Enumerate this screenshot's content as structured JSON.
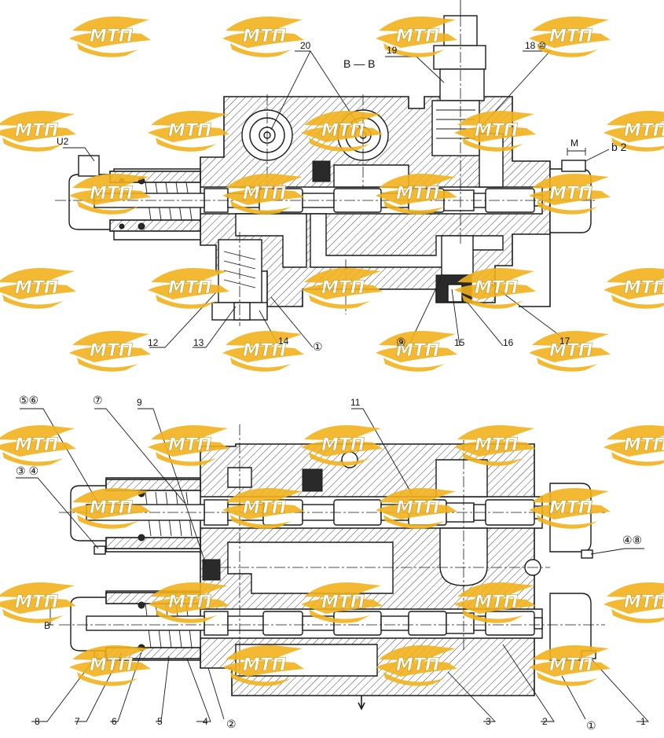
{
  "section_title": "B — B",
  "watermark": {
    "text": "МТП",
    "color": "#f2b21b"
  },
  "top_view": {
    "callouts": [
      {
        "id": "20",
        "text": "20"
      },
      {
        "id": "19",
        "text": "19"
      },
      {
        "id": "18_10",
        "text": "18 ⑩"
      },
      {
        "id": "u2",
        "text": "U2"
      },
      {
        "id": "m",
        "text": "M"
      },
      {
        "id": "b2",
        "text": "b 2"
      },
      {
        "id": "12",
        "text": "12"
      },
      {
        "id": "13",
        "text": "13"
      },
      {
        "id": "14",
        "text": "14"
      },
      {
        "id": "c1",
        "text": "①"
      },
      {
        "id": "c9",
        "text": "⑨"
      },
      {
        "id": "15",
        "text": "15"
      },
      {
        "id": "16",
        "text": "16"
      },
      {
        "id": "17",
        "text": "17"
      }
    ]
  },
  "bottom_view": {
    "callouts": [
      {
        "id": "c5c6",
        "text": "⑤⑥"
      },
      {
        "id": "c7",
        "text": "⑦"
      },
      {
        "id": "9",
        "text": "9"
      },
      {
        "id": "11",
        "text": "11"
      },
      {
        "id": "c3c4",
        "text": "③ ④"
      },
      {
        "id": "c4c8",
        "text": "④⑧"
      },
      {
        "id": "b",
        "text": "B"
      },
      {
        "id": "8",
        "text": "8"
      },
      {
        "id": "7",
        "text": "7"
      },
      {
        "id": "6",
        "text": "6"
      },
      {
        "id": "5",
        "text": "5"
      },
      {
        "id": "4",
        "text": "4"
      },
      {
        "id": "c2",
        "text": "②"
      },
      {
        "id": "3",
        "text": "3"
      },
      {
        "id": "2",
        "text": "2"
      },
      {
        "id": "c1b",
        "text": "①"
      },
      {
        "id": "1",
        "text": "1"
      }
    ]
  }
}
